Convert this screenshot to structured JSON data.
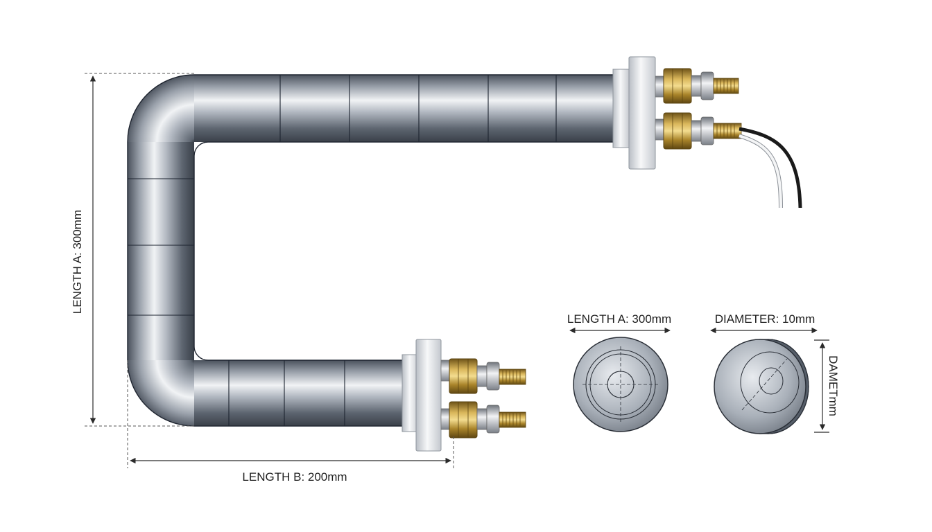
{
  "labels": {
    "length_a_vertical": "LENGTH A: 300mm",
    "length_b": "LENGTH B: 200mm",
    "length_a_section": "LENGTH A: 300mm",
    "diameter_top": "DIAMETER: 10mm",
    "diameter_side": "DAMETmm"
  },
  "colors": {
    "tube_dark": "#3d4450",
    "tube_mid": "#8a929e",
    "tube_light": "#eef0f3",
    "brass": "#b8902e",
    "flange": "#dfe2e6",
    "wire_black": "#1a1a1a",
    "wire_white": "#f2f2f2"
  }
}
